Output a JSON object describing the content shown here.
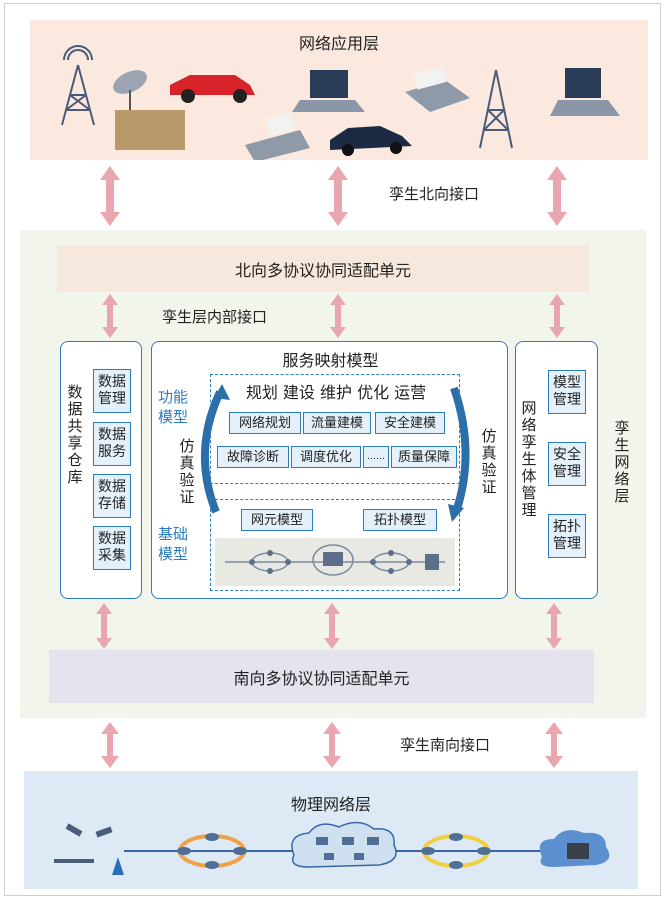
{
  "layers": {
    "application": "网络应用层",
    "twin": "孪生网络层",
    "physical": "物理网络层"
  },
  "interfaces": {
    "north": "孪生北向接口",
    "internal": "孪生层内部接口",
    "south": "孪生南向接口"
  },
  "units": {
    "north_adapter": "北向多协议协同适配单元",
    "south_adapter": "南向多协议协同适配单元"
  },
  "data_repo": {
    "title": "数据共享仓库",
    "items": [
      "数据管理",
      "数据服务",
      "数据存储",
      "数据采集"
    ]
  },
  "service_model": {
    "title": "服务映射模型",
    "functional_label": "功能模型",
    "basic_label": "基础模型",
    "verify_left": "仿真验证",
    "verify_right": "仿真验证",
    "functions_header": "规划 建设 维护 优化 运营",
    "row1": [
      "网络规划",
      "流量建模",
      "安全建模"
    ],
    "row2": [
      "故障诊断",
      "调度优化",
      "……",
      "质量保障"
    ],
    "basic_items": [
      "网元模型",
      "拓扑模型"
    ]
  },
  "twin_mgmt": {
    "title": "网络孪生体管理",
    "items": [
      "模型管理",
      "安全管理",
      "拓扑管理"
    ]
  },
  "colors": {
    "accent": "#2c7cc2",
    "arrow": "#e9a6ae",
    "app_layer": "#fbe9e0",
    "twin_layer": "#f1f5ec",
    "phys_layer": "#dde9f4"
  }
}
